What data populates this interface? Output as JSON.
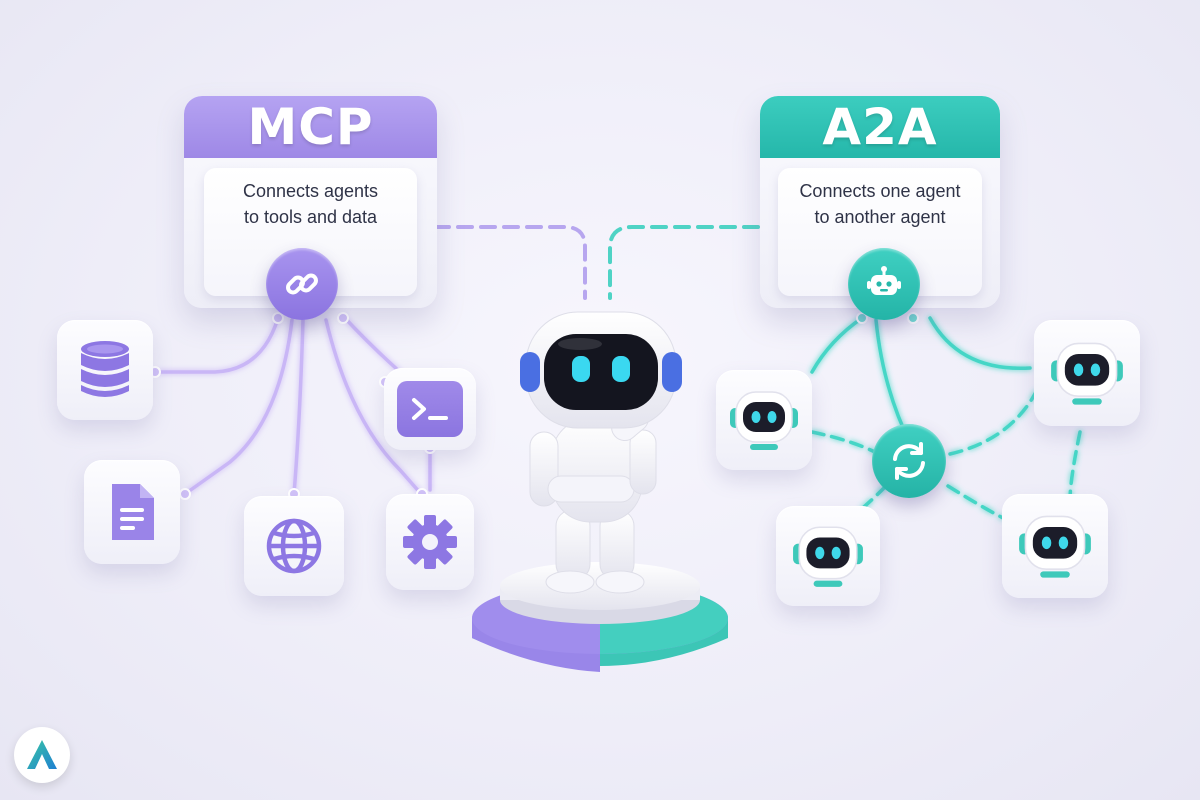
{
  "mcp": {
    "title": "MCP",
    "line1": "Connects agents",
    "line2": "to tools and data",
    "color": "#a48fe8",
    "hub_icon": "link-icon",
    "tools": [
      "database-icon",
      "terminal-icon",
      "document-icon",
      "globe-icon",
      "gear-icon"
    ]
  },
  "a2a": {
    "title": "A2A",
    "line1": "Connects one agent",
    "line2": "to another agent",
    "color": "#2fc5b8",
    "hub_icon": "robot-icon",
    "center_icon": "sync-arrows-icon",
    "agents": [
      "agent-robot-icon",
      "agent-robot-icon",
      "agent-robot-icon",
      "agent-robot-icon"
    ]
  },
  "center": {
    "figure": "thinking-robot",
    "pedestal_colors": [
      "#9e8bea",
      "#3fcab9"
    ]
  },
  "brand": {
    "logo_icon": "a-logo-icon"
  }
}
